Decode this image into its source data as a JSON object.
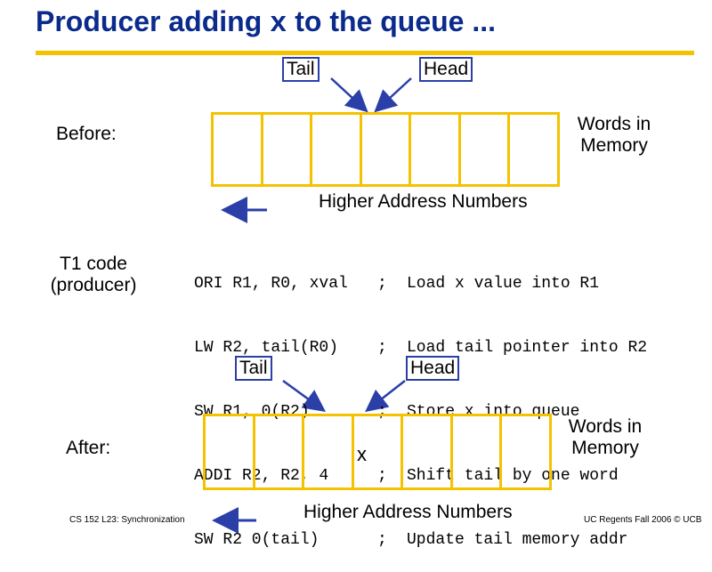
{
  "title": {
    "prefix": "Producer adding ",
    "var": "x",
    "suffix": " to the queue ..."
  },
  "before": {
    "label": "Before:",
    "tail_label": "Tail",
    "head_label": "Head",
    "memory_label_line1": "Words in",
    "memory_label_line2": "Memory",
    "address_label": "Higher Address Numbers"
  },
  "code_section": {
    "label_line1": "T1 code",
    "label_line2": "(producer)",
    "lines": [
      {
        "instr": "ORI R1, R0, xval",
        "sep": ";",
        "comment": "Load x value into R1"
      },
      {
        "instr": "LW R2, tail(R0)",
        "sep": ";",
        "comment": "Load tail pointer into R2"
      },
      {
        "instr": "SW R1, 0(R2)",
        "sep": ";",
        "comment": "Store x into queue"
      },
      {
        "instr": "ADDI R2, R2, 4",
        "sep": ";",
        "comment": "Shift tail by one word"
      },
      {
        "instr": "SW R2 0(tail)",
        "sep": ";",
        "comment": "Update tail memory addr"
      }
    ]
  },
  "after": {
    "label": "After:",
    "tail_label": "Tail",
    "head_label": "Head",
    "cell_value": "x",
    "memory_label_line1": "Words in",
    "memory_label_line2": "Memory",
    "address_label": "Higher Address Numbers"
  },
  "footer": {
    "left": "CS 152 L23: Synchronization",
    "right": "UC Regents Fall 2006 © UCB"
  },
  "colors": {
    "title": "#0a2a8c",
    "accent": "#f5c200",
    "pointer_border": "#2a3fa8",
    "arrow": "#2a3fa8"
  }
}
